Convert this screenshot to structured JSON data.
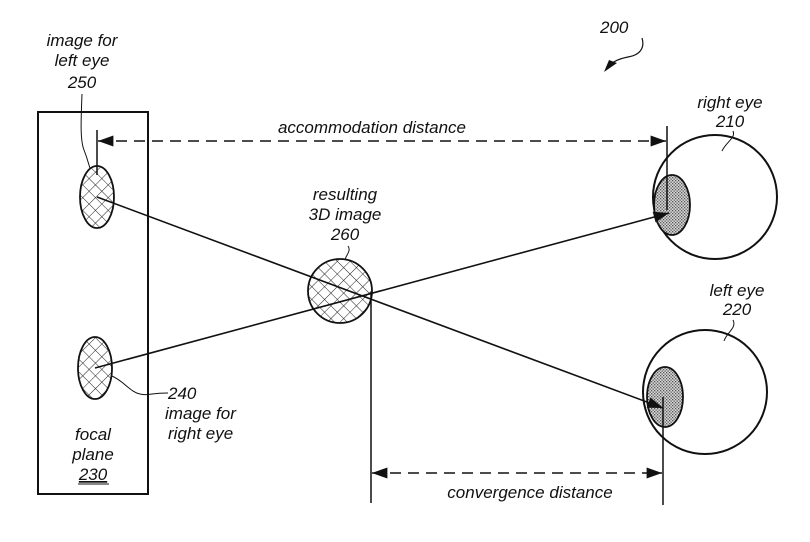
{
  "figure": {
    "reference": "200",
    "right_eye": {
      "label": "right eye",
      "ref": "210"
    },
    "left_eye": {
      "label": "left eye",
      "ref": "220"
    },
    "focal_plane": {
      "line1": "focal",
      "line2": "plane",
      "ref": "230"
    },
    "image_right": {
      "ref": "240",
      "line1": "image for",
      "line2": "right eye"
    },
    "image_left": {
      "line1": "image for",
      "line2": "left eye",
      "ref": "250"
    },
    "resulting": {
      "line1": "resulting",
      "line2": "3D image",
      "ref": "260"
    },
    "accommodation_label": "accommodation distance",
    "convergence_label": "convergence distance"
  }
}
